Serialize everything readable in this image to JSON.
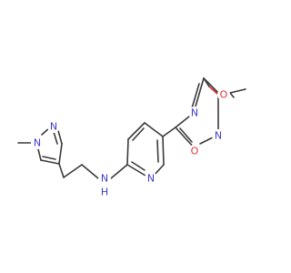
{
  "molecule": {
    "atoms": {
      "methoxy_O": {
        "symbol": "O",
        "color": "#e03030"
      },
      "oxadiazole_O": {
        "symbol": "O",
        "color": "#e03030"
      },
      "oxadiazole_N4": {
        "symbol": "N",
        "color": "#3b3bd0"
      },
      "oxadiazole_N2": {
        "symbol": "N",
        "color": "#3b3bd0"
      },
      "pyridine_N": {
        "symbol": "N",
        "color": "#3b3bd0"
      },
      "amine_NH": {
        "symbol": "N",
        "color": "#3b3bd0"
      },
      "amine_H": {
        "symbol": "H",
        "color": "#3b3bd0"
      },
      "pyrazole_N1": {
        "symbol": "N",
        "color": "#3b3bd0"
      },
      "pyrazole_N2": {
        "symbol": "N",
        "color": "#3b3bd0"
      }
    }
  }
}
